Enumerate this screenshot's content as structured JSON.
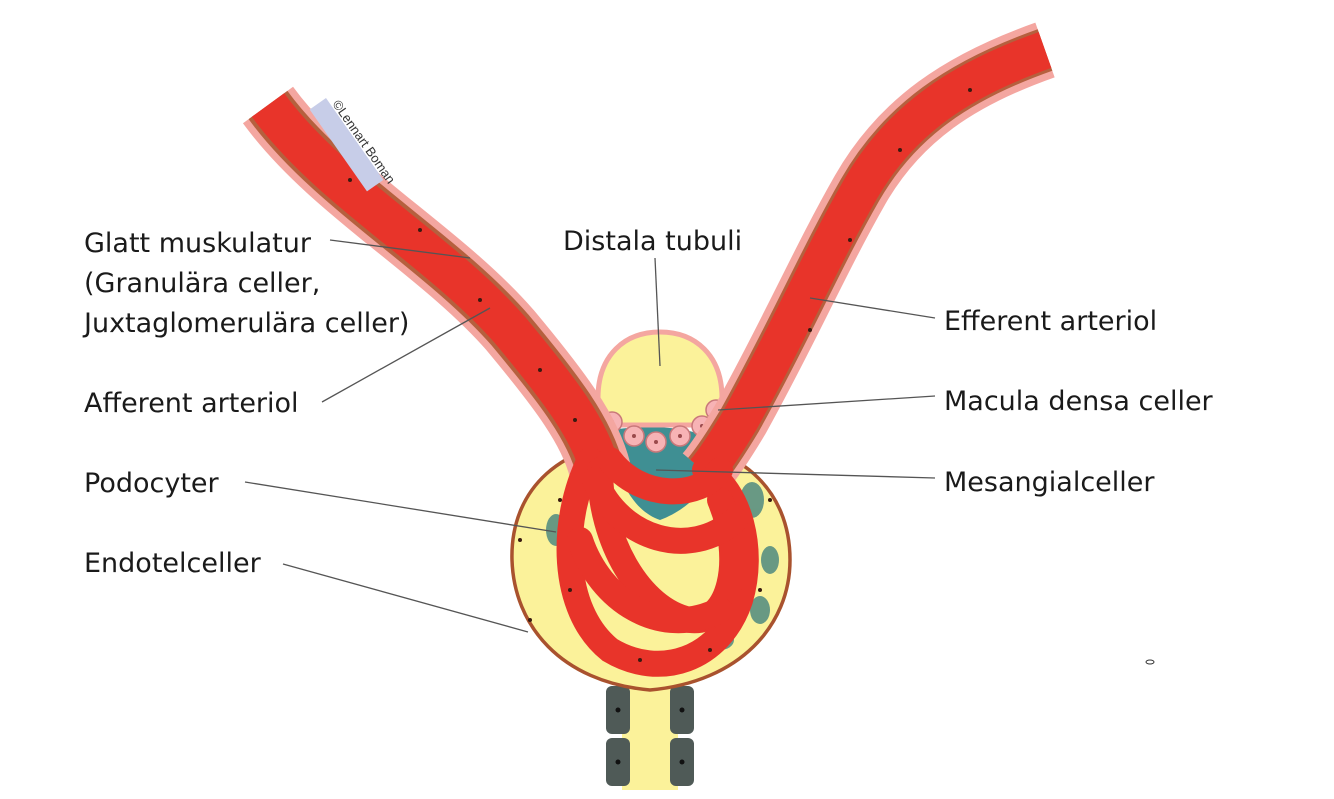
{
  "labels": {
    "glatt_line1": "Glatt muskulatur",
    "glatt_line2": "(Granulära celler,",
    "glatt_line3": "Juxtaglomerulära celler)",
    "afferent": "Afferent arteriol",
    "podocyter": "Podocyter",
    "endotel": "Endotelceller",
    "distala": "Distala tubuli",
    "efferent": "Efferent arteriol",
    "macula": "Macula densa celler",
    "mesangial": "Mesangialceller"
  },
  "watermark": "©Lennart Boman",
  "colors": {
    "vessel": "#e8342a",
    "vessel_wall": "#f4a6a0",
    "smooth_muscle": "#b5603e",
    "capsule": "#fbf29a",
    "capsule_outline": "#a9522e",
    "tubule_cells": "#f7b3b5",
    "mesangial": "#3f8f93",
    "podocyte": "#4f8a80",
    "tubule_wall": "#4f5a57"
  }
}
